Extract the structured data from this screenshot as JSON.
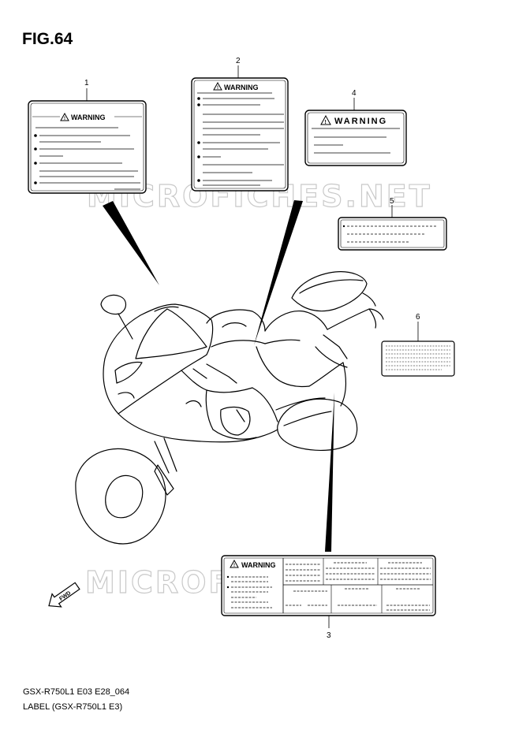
{
  "figure": {
    "title": "FIG.64"
  },
  "footer": {
    "line1": "GSX-R750L1 E03 E28_064",
    "line2": "LABEL (GSX-R750L1 E3)"
  },
  "watermark": {
    "text": "MICROFICHES.NET"
  },
  "labels": {
    "l1": {
      "number": "1",
      "warning": "WARNING"
    },
    "l2": {
      "number": "2",
      "warning": "WARNING"
    },
    "l3": {
      "number": "3",
      "warning": "WARNING"
    },
    "l4": {
      "number": "4",
      "warning": "WARNING"
    },
    "l5": {
      "number": "5"
    },
    "l6": {
      "number": "6"
    }
  },
  "fwd": {
    "text": "FWD"
  },
  "icons": {
    "warning": "warning-triangle-icon",
    "direction": "fwd-arrow-icon"
  }
}
